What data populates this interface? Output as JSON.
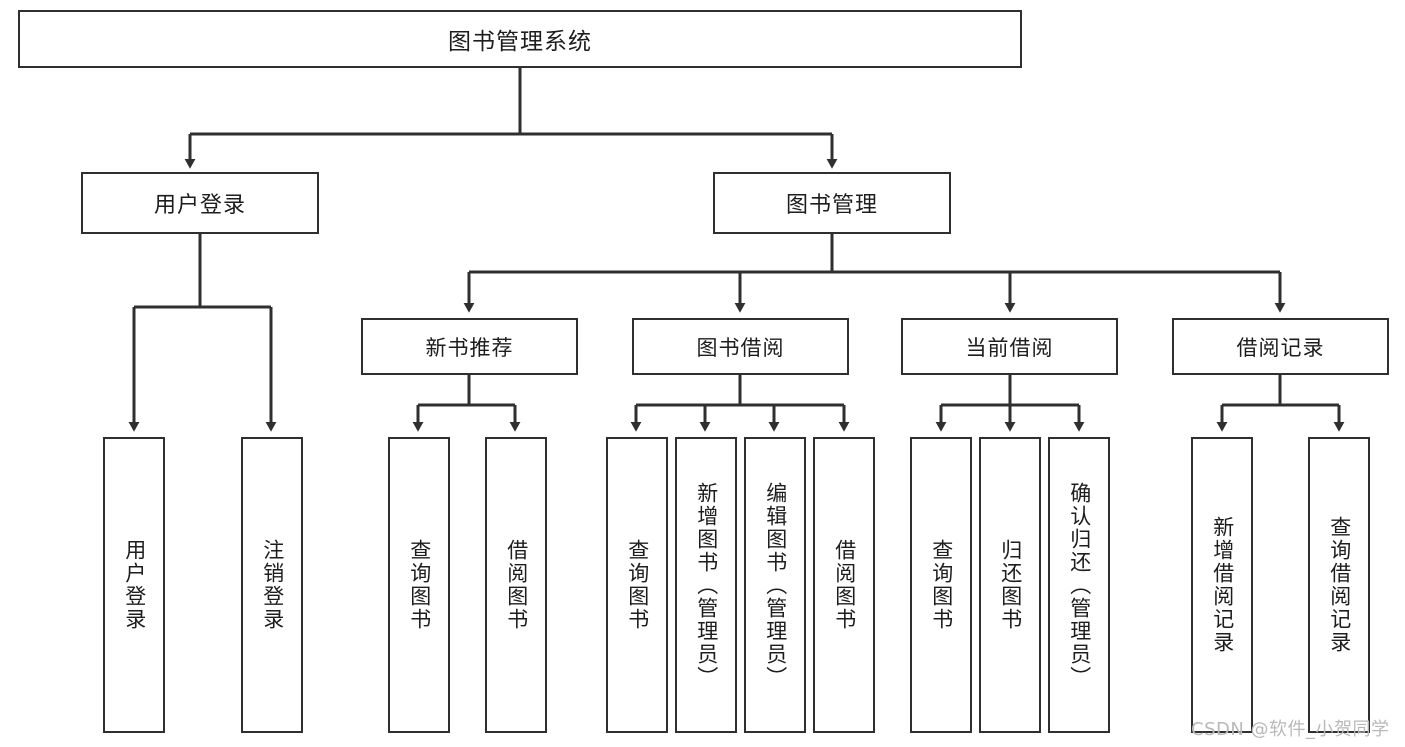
{
  "diagram": {
    "title": "图书管理系统",
    "type": "tree-hierarchy-chart",
    "colors": {
      "box_border": "#2f2f2f",
      "box_fill": "#ffffff",
      "edge": "#2f2f2f",
      "text": "#1d1d1d",
      "watermark": "#b9b9b9",
      "background": "#ffffff"
    }
  },
  "watermark": {
    "text": "CSDN @软件_小贺同学"
  },
  "nodes": {
    "root": {
      "label": "图书管理系统"
    },
    "level1": [
      {
        "id": "user-login",
        "label": "用户登录"
      },
      {
        "id": "book-manage",
        "label": "图书管理"
      }
    ],
    "level2": [
      {
        "id": "new-book-recommend",
        "label": "新书推荐"
      },
      {
        "id": "book-borrow",
        "label": "图书借阅"
      },
      {
        "id": "current-borrow",
        "label": "当前借阅"
      },
      {
        "id": "borrow-record",
        "label": "借阅记录"
      }
    ],
    "leaves": {
      "user-login": [
        {
          "id": "do-user-login",
          "label": "用户登录"
        },
        {
          "id": "user-logout",
          "label": "注销登录"
        }
      ],
      "new-book-recommend": [
        {
          "id": "query-book-1",
          "label": "查询图书"
        },
        {
          "id": "borrow-book-1",
          "label": "借阅图书"
        }
      ],
      "book-borrow": [
        {
          "id": "query-book-2",
          "label": "查询图书"
        },
        {
          "id": "add-book",
          "label": "新增图书（管理员）"
        },
        {
          "id": "edit-book",
          "label": "编辑图书（管理员）"
        },
        {
          "id": "borrow-book-2",
          "label": "借阅图书"
        }
      ],
      "current-borrow": [
        {
          "id": "query-book-3",
          "label": "查询图书"
        },
        {
          "id": "return-book",
          "label": "归还图书"
        },
        {
          "id": "confirm-return",
          "label": "确认归还（管理员）"
        }
      ],
      "borrow-record": [
        {
          "id": "add-borrow-record",
          "label": "新增借阅记录"
        },
        {
          "id": "query-borrow-record",
          "label": "查询借阅记录"
        }
      ]
    }
  }
}
